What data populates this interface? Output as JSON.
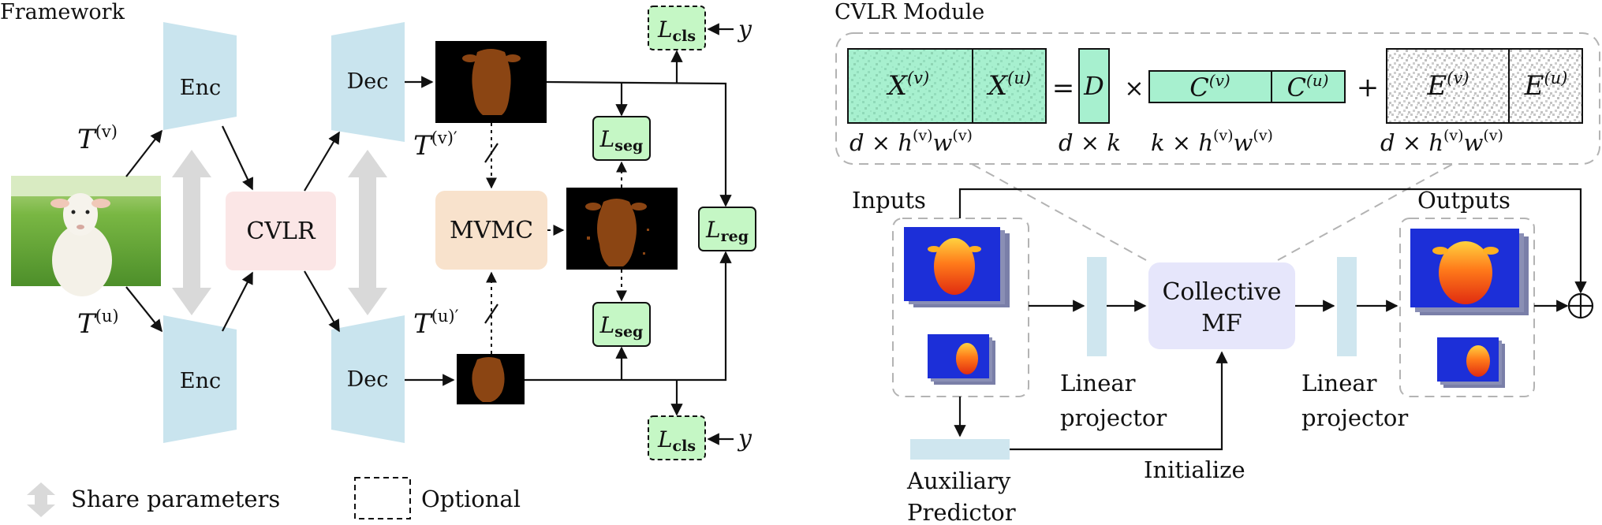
{
  "framework": {
    "title": "Framework",
    "enc_label": "Enc",
    "dec_label": "Dec",
    "cvlr_label": "CVLR",
    "mvmc_label": "MVMC",
    "transform_v": "T",
    "transform_u": "T",
    "sup_v": "(v)",
    "sup_u": "(u)",
    "sup_v_prime": "(v)′",
    "sup_u_prime": "(u)′",
    "loss_symbol": "L",
    "sub_cls": "cls",
    "sub_seg": "seg",
    "sub_reg": "reg",
    "target": "y"
  },
  "legend": {
    "share_parameters": "Share parameters",
    "optional": "Optional"
  },
  "cvlr_module": {
    "title": "CVLR Module",
    "X": "X",
    "D": "D",
    "C": "C",
    "E": "E",
    "sup_v": "(v)",
    "sup_u": "(u)",
    "equals": "=",
    "times": "×",
    "plus": "+",
    "dim_d": "d",
    "dim_k": "k",
    "dim_h": "h",
    "dim_w": "w",
    "inputs": "Inputs",
    "outputs": "Outputs",
    "collective_line1": "Collective",
    "collective_line2": "MF",
    "linear_projector_line1": "Linear",
    "linear_projector_line2": "projector",
    "auxiliary_line1": "Auxiliary",
    "auxiliary_line2": "Predictor",
    "initialize": "Initialize",
    "sum_symbol": "⊕"
  },
  "colors": {
    "encoder_blue": "#c9e4ee",
    "cvlr_pink": "#fbe6e6",
    "mvmc_orange": "#f8e2cc",
    "loss_green": "#c5f7c5",
    "matrix_green": "#a7f0cf",
    "collective_lavender": "#e6e6fb",
    "projector_blue": "#cfe6ef",
    "sheep_brown": "#8b4513",
    "share_gray": "#d9d9d9"
  }
}
